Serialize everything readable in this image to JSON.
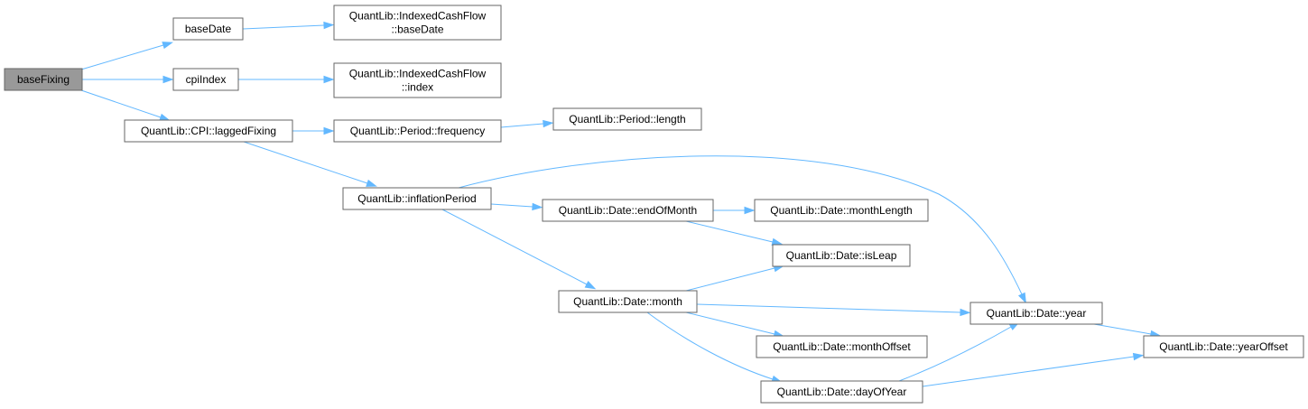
{
  "graph": {
    "nodes": [
      {
        "id": "baseFixing",
        "lines": [
          "baseFixing"
        ],
        "root": true
      },
      {
        "id": "baseDate",
        "lines": [
          "baseDate"
        ]
      },
      {
        "id": "cpiIndex",
        "lines": [
          "cpiIndex"
        ]
      },
      {
        "id": "laggedFixing",
        "lines": [
          "QuantLib::CPI::laggedFixing"
        ]
      },
      {
        "id": "icfBaseDate",
        "lines": [
          "QuantLib::IndexedCashFlow",
          "::baseDate"
        ]
      },
      {
        "id": "icfIndex",
        "lines": [
          "QuantLib::IndexedCashFlow",
          "::index"
        ]
      },
      {
        "id": "frequency",
        "lines": [
          "QuantLib::Period::frequency"
        ]
      },
      {
        "id": "periodLength",
        "lines": [
          "QuantLib::Period::length"
        ]
      },
      {
        "id": "inflationPeriod",
        "lines": [
          "QuantLib::inflationPeriod"
        ]
      },
      {
        "id": "endOfMonth",
        "lines": [
          "QuantLib::Date::endOfMonth"
        ]
      },
      {
        "id": "monthLength",
        "lines": [
          "QuantLib::Date::monthLength"
        ]
      },
      {
        "id": "isLeap",
        "lines": [
          "QuantLib::Date::isLeap"
        ]
      },
      {
        "id": "month",
        "lines": [
          "QuantLib::Date::month"
        ]
      },
      {
        "id": "year",
        "lines": [
          "QuantLib::Date::year"
        ]
      },
      {
        "id": "monthOffset",
        "lines": [
          "QuantLib::Date::monthOffset"
        ]
      },
      {
        "id": "dayOfYear",
        "lines": [
          "QuantLib::Date::dayOfYear"
        ]
      },
      {
        "id": "yearOffset",
        "lines": [
          "QuantLib::Date::yearOffset"
        ]
      }
    ],
    "edges": [
      {
        "from": "baseFixing",
        "to": "baseDate"
      },
      {
        "from": "baseFixing",
        "to": "cpiIndex"
      },
      {
        "from": "baseFixing",
        "to": "laggedFixing"
      },
      {
        "from": "baseDate",
        "to": "icfBaseDate"
      },
      {
        "from": "cpiIndex",
        "to": "icfIndex"
      },
      {
        "from": "laggedFixing",
        "to": "frequency"
      },
      {
        "from": "laggedFixing",
        "to": "inflationPeriod"
      },
      {
        "from": "frequency",
        "to": "periodLength"
      },
      {
        "from": "inflationPeriod",
        "to": "endOfMonth"
      },
      {
        "from": "inflationPeriod",
        "to": "month"
      },
      {
        "from": "inflationPeriod",
        "to": "year"
      },
      {
        "from": "endOfMonth",
        "to": "monthLength"
      },
      {
        "from": "endOfMonth",
        "to": "isLeap"
      },
      {
        "from": "month",
        "to": "isLeap"
      },
      {
        "from": "month",
        "to": "year"
      },
      {
        "from": "month",
        "to": "monthOffset"
      },
      {
        "from": "month",
        "to": "dayOfYear"
      },
      {
        "from": "year",
        "to": "yearOffset"
      },
      {
        "from": "dayOfYear",
        "to": "year"
      },
      {
        "from": "dayOfYear",
        "to": "yearOffset"
      }
    ]
  }
}
